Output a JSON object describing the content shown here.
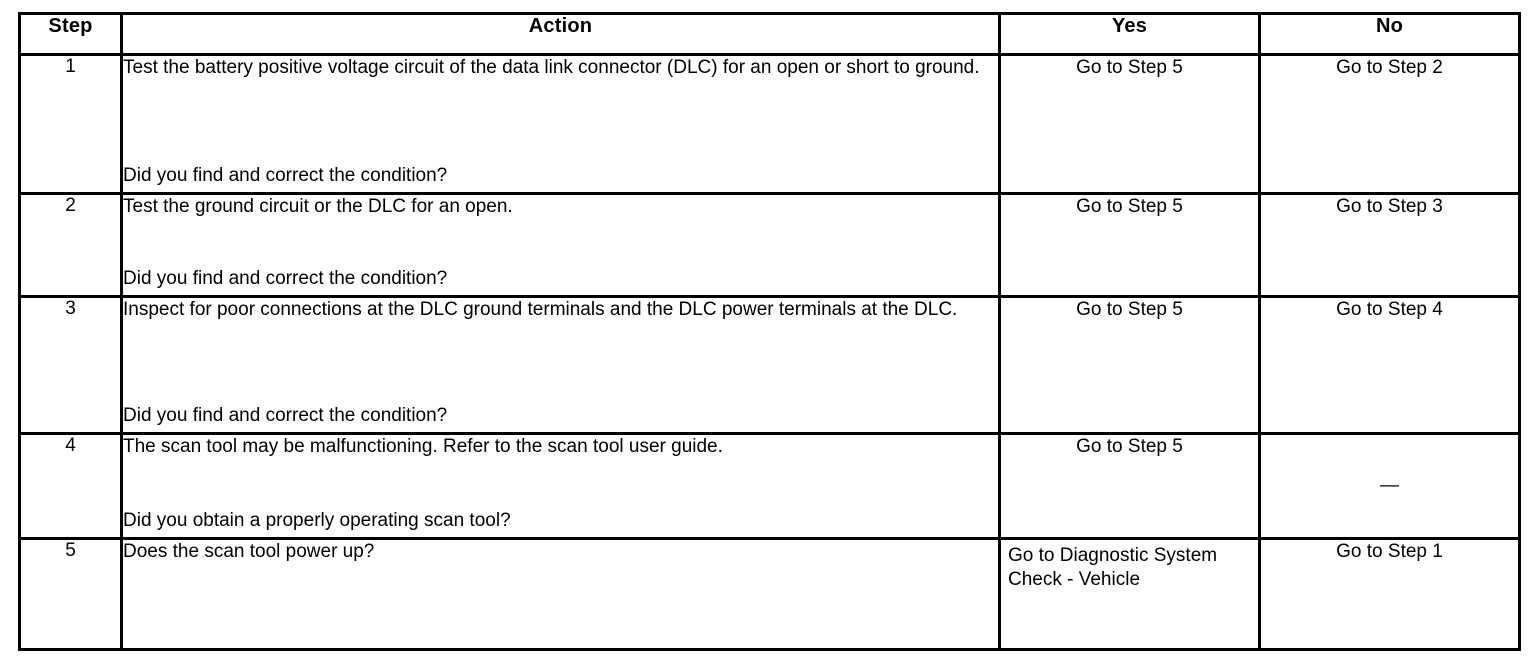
{
  "table": {
    "name": "diagnostic-step-table",
    "columns": [
      {
        "key": "step",
        "label": "Step"
      },
      {
        "key": "action",
        "label": "Action"
      },
      {
        "key": "yes",
        "label": "Yes"
      },
      {
        "key": "no",
        "label": "No"
      }
    ],
    "rows": [
      {
        "step": "1",
        "action_statement": "Test the battery positive voltage circuit of the data link connector (DLC) for an open or short to ground.",
        "action_question": "Did you find and correct the condition?",
        "yes": "Go to Step 5",
        "no": "Go to Step 2"
      },
      {
        "step": "2",
        "action_statement": "Test the ground circuit or the DLC for an open.",
        "action_question": "Did you find and correct the condition?",
        "yes": "Go to Step 5",
        "no": "Go to Step 3"
      },
      {
        "step": "3",
        "action_statement": "Inspect for poor connections at the DLC ground terminals and the DLC power terminals at the DLC.",
        "action_question": "Did you find and correct the condition?",
        "yes": "Go to Step 5",
        "no": "Go to Step 4"
      },
      {
        "step": "4",
        "action_statement": "The scan tool may be malfunctioning. Refer to the scan tool user guide.",
        "action_question": "Did you obtain a properly operating scan tool?",
        "yes": "Go to Step 5",
        "no": "—"
      },
      {
        "step": "5",
        "action_statement": "Does the scan tool power up?",
        "action_question": "",
        "yes": "Go to Diagnostic System Check - Vehicle",
        "no": "Go to Step 1"
      }
    ]
  },
  "style": {
    "border_color": "#000000",
    "text_color": "#000000",
    "background": "#ffffff"
  }
}
